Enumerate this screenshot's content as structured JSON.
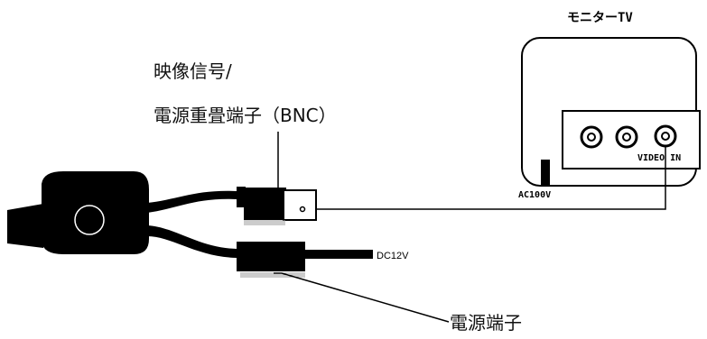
{
  "labels": {
    "monitor_title": "モニターTV",
    "video_in": "VIDEO IN",
    "ac_power": "AC100V",
    "video_signal_line1": "映像信号/",
    "video_signal_line2": "電源重畳端子（BNC）",
    "dc_power": "DC12V",
    "power_terminal": "電源端子"
  },
  "colors": {
    "line": "#000000",
    "background": "#ffffff",
    "hatch": "#9a9a9a"
  }
}
